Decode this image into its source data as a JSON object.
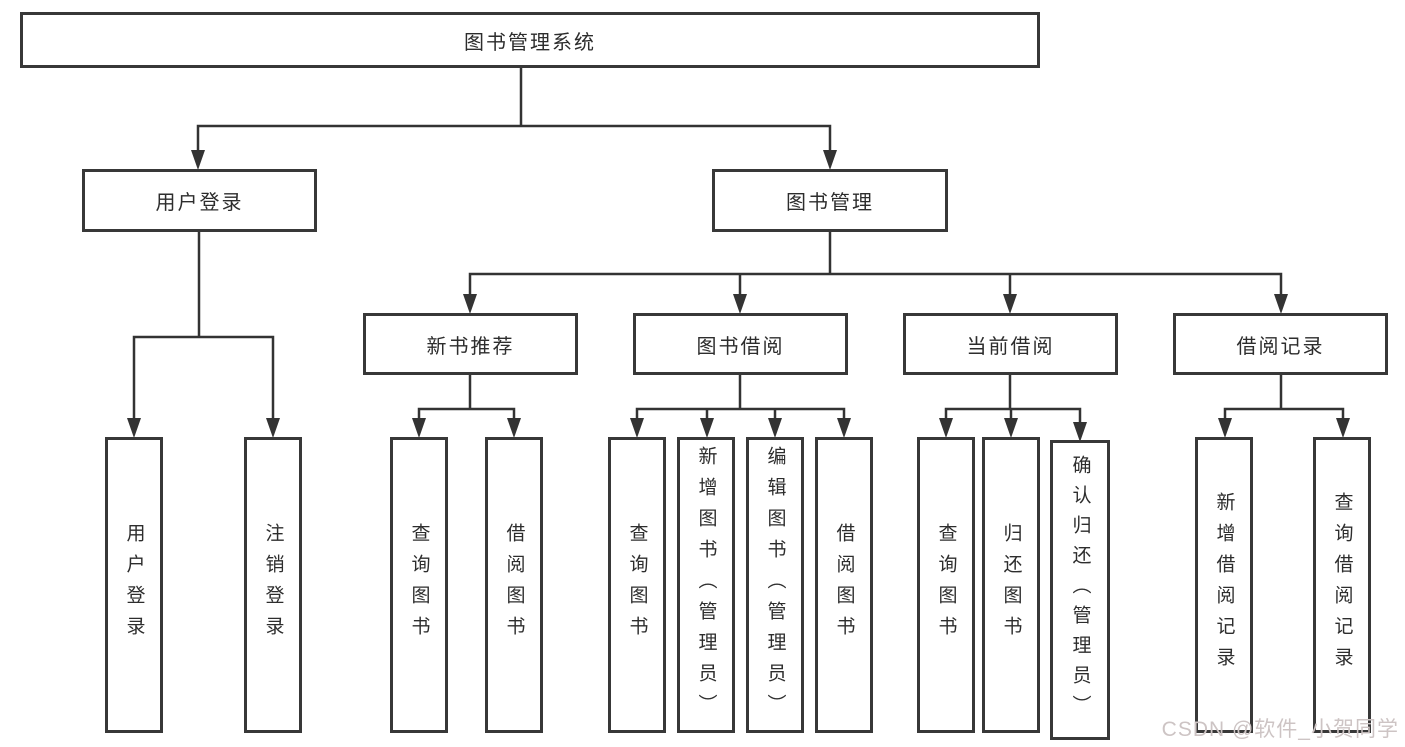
{
  "tree": {
    "root": "图书管理系统",
    "user": {
      "label": "用户登录",
      "children": [
        "用户登录",
        "注销登录"
      ]
    },
    "book": {
      "label": "图书管理",
      "groups": [
        {
          "label": "新书推荐",
          "children": [
            "查询图书",
            "借阅图书"
          ]
        },
        {
          "label": "图书借阅",
          "children": [
            "查询图书",
            "新增图书（管理员）",
            "编辑图书（管理员）",
            "借阅图书"
          ]
        },
        {
          "label": "当前借阅",
          "children": [
            "查询图书",
            "归还图书",
            "确认归还（管理员）"
          ]
        },
        {
          "label": "借阅记录",
          "children": [
            "新增借阅记录",
            "查询借阅记录"
          ]
        }
      ]
    }
  },
  "watermark": "CSDN @软件_小贺同学",
  "colors": {
    "line": "#333333",
    "box_border": "#383838",
    "text": "#2d2d2d",
    "background": "#ffffff",
    "watermark": "#cdc4c4"
  }
}
